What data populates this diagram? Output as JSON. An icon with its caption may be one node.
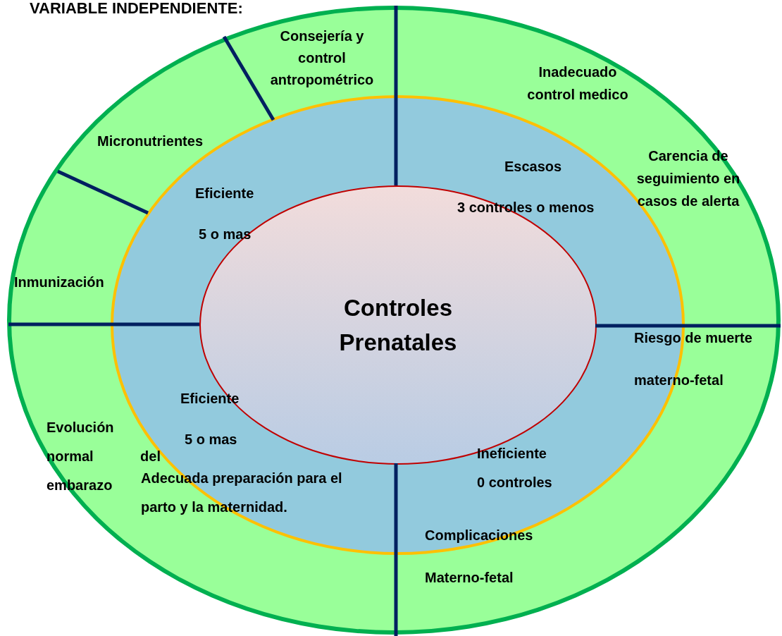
{
  "diagram": {
    "title": "VARIABLE INDEPENDIENTE:",
    "nodes": [
      {
        "text": [],
        "shape": "ellipse"
      },
      {
        "text": [],
        "shape": "ellipse",
        "in": 0
      },
      {
        "text": [
          "Controles Prenatales"
        ],
        "in": 1
      }
    ],
    "labels": [
      "Consejería y control antropométrico",
      "Inadecuado control medico",
      "Micronutrientes",
      "Escasos",
      "Carencia de seguimiento en casos de alerta",
      "Eficiente",
      "3 controles o menos",
      "5 o mas",
      "Inmunización",
      "Riesgo de muerte",
      "materno-fetal",
      "Eficiente",
      "Evolución normal del embarazo",
      "5 o mas",
      "Ineficiente",
      "Adecuada preparación para el parto y la maternidad.",
      "0 controles",
      "Complicaciones",
      "Materno-fetal"
    ]
  }
}
